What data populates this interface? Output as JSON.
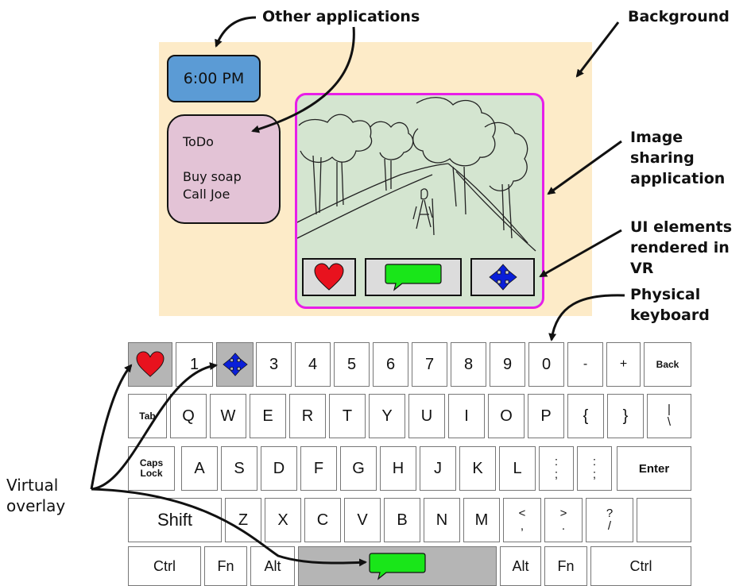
{
  "labels": {
    "other_apps": "Other applications",
    "background": "Background",
    "image_sharing": [
      "Image sharing",
      "application"
    ],
    "ui_elements": [
      "UI elements",
      "rendered in VR"
    ],
    "physical_keyboard": [
      "Physical",
      "keyboard"
    ],
    "virtual_overlay": [
      "Virtual",
      "overlay"
    ]
  },
  "widgets": {
    "clock": "6:00 PM",
    "todo": {
      "title": "ToDo",
      "items": [
        "Buy soap",
        "Call Joe"
      ]
    }
  },
  "keyboard": {
    "row1": [
      "1",
      "3",
      "4",
      "5",
      "6",
      "7",
      "8",
      "9",
      "0",
      "-",
      "+",
      "Back"
    ],
    "row2": [
      "Tab",
      "Q",
      "W",
      "E",
      "R",
      "T",
      "Y",
      "U",
      "I",
      "O",
      "P",
      "{",
      "}"
    ],
    "row2_pipe": [
      "|",
      "\\"
    ],
    "row3": [
      "Caps",
      "Lock",
      "A",
      "S",
      "D",
      "F",
      "G",
      "H",
      "J",
      "K",
      "L",
      "Enter"
    ],
    "row3_colon": [
      ":",
      ";"
    ],
    "row4": [
      "Shift",
      "Z",
      "X",
      "C",
      "V",
      "B",
      "N",
      "M"
    ],
    "row4_lt": [
      "<",
      ","
    ],
    "row4_gt": [
      ">",
      "."
    ],
    "row4_q": [
      "?",
      "/"
    ],
    "row5": [
      "Ctrl",
      "Fn",
      "Alt",
      "Alt",
      "Fn",
      "Ctrl"
    ]
  },
  "colors": {
    "background": "#fdebc8",
    "clock": "#5b9bd5",
    "todo": "#e3c3d6",
    "image_app": "#d4e5d0",
    "image_app_border": "#e81ee8",
    "heart": "#e8121e",
    "chat": "#19e619",
    "move": "#0a1fd8",
    "overlay_key": "#b5b5b5"
  },
  "icons": [
    "heart-icon",
    "chat-bubble-icon",
    "move-arrows-icon"
  ]
}
